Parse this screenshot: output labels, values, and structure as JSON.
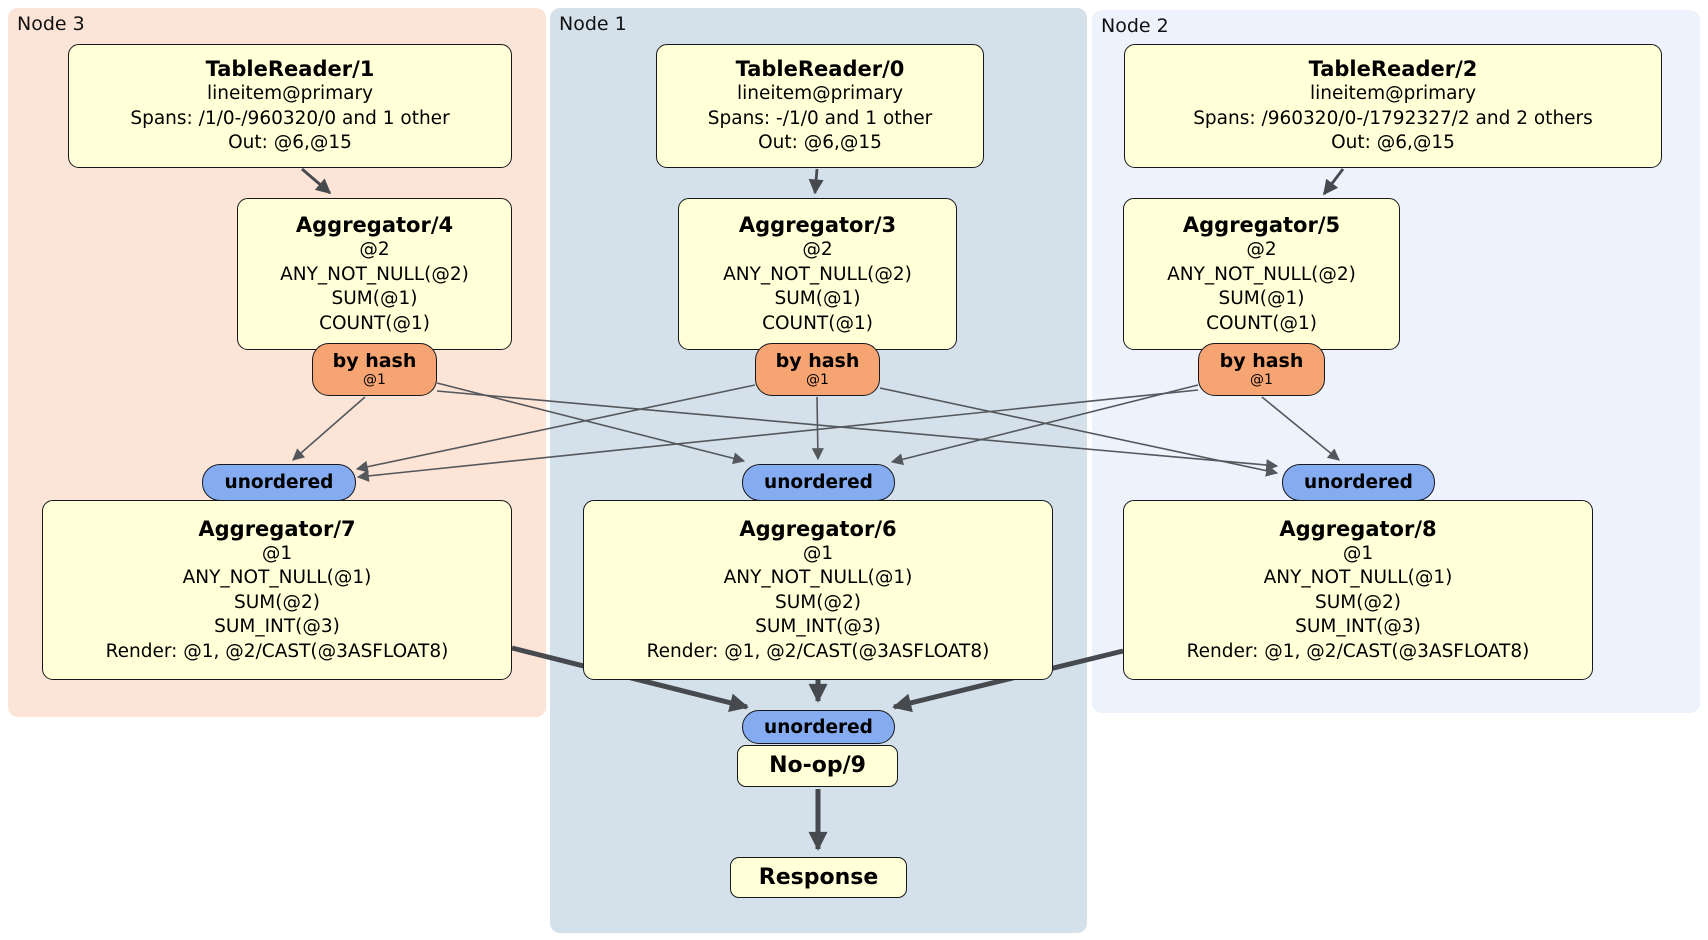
{
  "regions": [
    {
      "label": "Node 3",
      "bg": "#fce4d7"
    },
    {
      "label": "Node 1",
      "bg": "#d4e1ea"
    },
    {
      "label": "Node 2",
      "bg": "#edf2fc"
    }
  ],
  "colors": {
    "node_fill": "#ffffd8",
    "router_fill": "#f6a572",
    "sync_fill": "#85abf0",
    "edge_thin": "#54585c",
    "edge_thick": "#46494d",
    "border": "#15181c"
  },
  "nodes": {
    "tr1": {
      "title": "TableReader/1",
      "lines": [
        "lineitem@primary",
        "Spans: /1/0-/960320/0 and 1 other",
        "Out: @6,@15"
      ]
    },
    "tr0": {
      "title": "TableReader/0",
      "lines": [
        "lineitem@primary",
        "Spans: -/1/0 and 1 other",
        "Out: @6,@15"
      ]
    },
    "tr2": {
      "title": "TableReader/2",
      "lines": [
        "lineitem@primary",
        "Spans: /960320/0-/1792327/2 and 2 others",
        "Out: @6,@15"
      ]
    },
    "agg4": {
      "title": "Aggregator/4",
      "lines": [
        "@2",
        "ANY_NOT_NULL(@2)",
        "SUM(@1)",
        "COUNT(@1)"
      ]
    },
    "agg3": {
      "title": "Aggregator/3",
      "lines": [
        "@2",
        "ANY_NOT_NULL(@2)",
        "SUM(@1)",
        "COUNT(@1)"
      ]
    },
    "agg5": {
      "title": "Aggregator/5",
      "lines": [
        "@2",
        "ANY_NOT_NULL(@2)",
        "SUM(@1)",
        "COUNT(@1)"
      ]
    },
    "router4": {
      "title": "by hash",
      "sub": "@1"
    },
    "router3": {
      "title": "by hash",
      "sub": "@1"
    },
    "router5": {
      "title": "by hash",
      "sub": "@1"
    },
    "sync7": {
      "label": "unordered"
    },
    "sync6": {
      "label": "unordered"
    },
    "sync8": {
      "label": "unordered"
    },
    "agg7": {
      "title": "Aggregator/7",
      "lines": [
        "@1",
        "ANY_NOT_NULL(@1)",
        "SUM(@2)",
        "SUM_INT(@3)",
        "Render: @1, @2/CAST(@3ASFLOAT8)"
      ]
    },
    "agg6": {
      "title": "Aggregator/6",
      "lines": [
        "@1",
        "ANY_NOT_NULL(@1)",
        "SUM(@2)",
        "SUM_INT(@3)",
        "Render: @1, @2/CAST(@3ASFLOAT8)"
      ]
    },
    "agg8": {
      "title": "Aggregator/8",
      "lines": [
        "@1",
        "ANY_NOT_NULL(@1)",
        "SUM(@2)",
        "SUM_INT(@3)",
        "Render: @1, @2/CAST(@3ASFLOAT8)"
      ]
    },
    "sync_final": {
      "label": "unordered"
    },
    "noop": {
      "title": "No-op/9"
    },
    "response": {
      "title": "Response"
    }
  },
  "edges": [
    {
      "from": "TableReader/1",
      "to": "Aggregator/4",
      "style": "medium"
    },
    {
      "from": "TableReader/0",
      "to": "Aggregator/3",
      "style": "medium"
    },
    {
      "from": "TableReader/2",
      "to": "Aggregator/5",
      "style": "medium"
    },
    {
      "from": "by hash (Aggregator/4)",
      "to": "unordered (Aggregator/7)",
      "style": "thin"
    },
    {
      "from": "by hash (Aggregator/4)",
      "to": "unordered (Aggregator/6)",
      "style": "thin"
    },
    {
      "from": "by hash (Aggregator/4)",
      "to": "unordered (Aggregator/8)",
      "style": "thin"
    },
    {
      "from": "by hash (Aggregator/3)",
      "to": "unordered (Aggregator/7)",
      "style": "thin"
    },
    {
      "from": "by hash (Aggregator/3)",
      "to": "unordered (Aggregator/6)",
      "style": "thin"
    },
    {
      "from": "by hash (Aggregator/3)",
      "to": "unordered (Aggregator/8)",
      "style": "thin"
    },
    {
      "from": "by hash (Aggregator/5)",
      "to": "unordered (Aggregator/7)",
      "style": "thin"
    },
    {
      "from": "by hash (Aggregator/5)",
      "to": "unordered (Aggregator/6)",
      "style": "thin"
    },
    {
      "from": "by hash (Aggregator/5)",
      "to": "unordered (Aggregator/8)",
      "style": "thin"
    },
    {
      "from": "Aggregator/7",
      "to": "unordered (No-op/9)",
      "style": "thick"
    },
    {
      "from": "Aggregator/6",
      "to": "unordered (No-op/9)",
      "style": "thick"
    },
    {
      "from": "Aggregator/8",
      "to": "unordered (No-op/9)",
      "style": "thick"
    },
    {
      "from": "No-op/9",
      "to": "Response",
      "style": "thick"
    }
  ]
}
